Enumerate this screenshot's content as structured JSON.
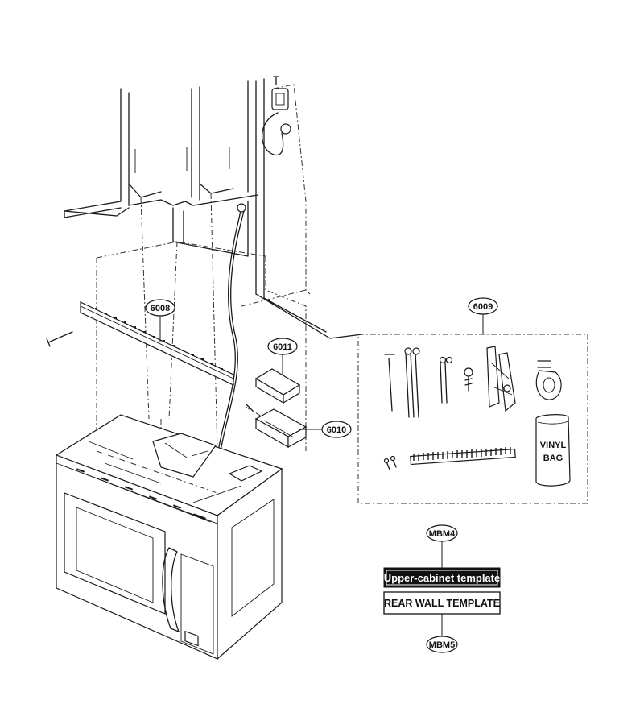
{
  "callouts": {
    "c6008": "6008",
    "c6009": "6009",
    "c6010": "6010",
    "c6011": "6011",
    "mbm4": "MBM4",
    "mbm5": "MBM5"
  },
  "bag_label_line1": "VINYL",
  "bag_label_line2": "BAG",
  "templates": {
    "upper": "Upper-cabinet template",
    "rear": "REAR WALL TEMPLATE"
  },
  "colors": {
    "line": "#1a1a1a",
    "background": "#ffffff",
    "label_inverse_bg": "#111111"
  }
}
